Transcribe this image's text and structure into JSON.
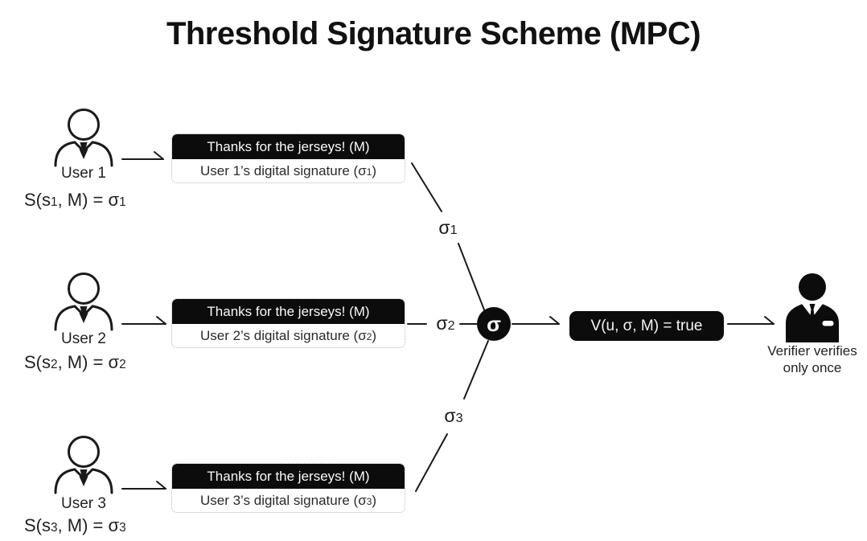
{
  "title": "Threshold Signature Scheme (MPC)",
  "users": [
    {
      "name": "User 1",
      "message": "Thanks for the jerseys! (M)",
      "sig_prefix": "User 1’s digital signature (σ",
      "sig_digit": "1",
      "sig_close": ")",
      "formula_prefix": "S(s",
      "formula_digit1": "1",
      "formula_mid": ", M) = σ",
      "formula_digit2": "1"
    },
    {
      "name": "User 2",
      "message": "Thanks for the jerseys! (M)",
      "sig_prefix": "User 2’s digital signature (σ",
      "sig_digit": "2",
      "sig_close": ")",
      "formula_prefix": "S(s",
      "formula_digit1": "2",
      "formula_mid": ", M) = σ",
      "formula_digit2": "2"
    },
    {
      "name": "User 3",
      "message": "Thanks for the jerseys! (M)",
      "sig_prefix": "User 3’s digital signature (σ",
      "sig_digit": "3",
      "sig_close": ")",
      "formula_prefix": "S(s",
      "formula_digit1": "3",
      "formula_mid": ", M) = σ",
      "formula_digit2": "3"
    }
  ],
  "share_labels": [
    {
      "sigma": "σ",
      "digit": "1"
    },
    {
      "sigma": "σ",
      "digit": "2"
    },
    {
      "sigma": "σ",
      "digit": "3"
    }
  ],
  "aggregator": {
    "symbol": "σ"
  },
  "verification": {
    "label": "V(u, σ, M) = true"
  },
  "verifier": {
    "caption_line1": "Verifier verifies",
    "caption_line2": "only once"
  },
  "icons": {
    "user_icon": "person-outline-icon",
    "verifier_icon": "businessman-icon"
  },
  "colors": {
    "ink": "#1a1a1a",
    "node_black": "#0c0c0c",
    "box_border": "#b9b9b9",
    "background": "#ffffff"
  }
}
